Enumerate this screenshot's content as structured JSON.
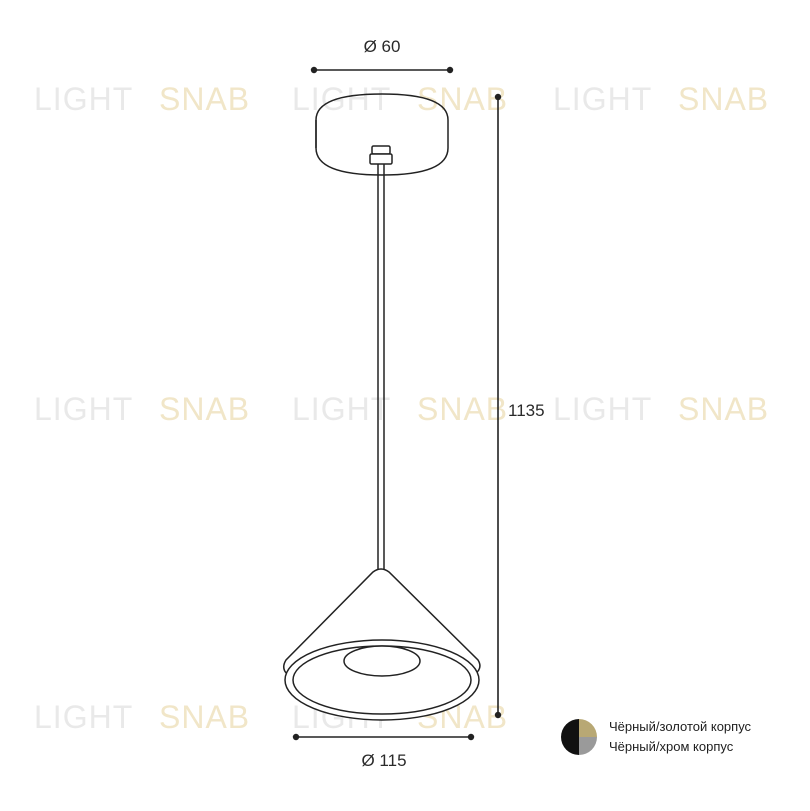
{
  "dimensions": {
    "canopy_diameter": "Ø 60",
    "total_height": "1135",
    "shade_diameter": "Ø 115"
  },
  "watermark": {
    "word1": "LIGHT",
    "word2": "SNAB"
  },
  "legend": {
    "items": [
      {
        "label": "Чёрный/золотой корпус"
      },
      {
        "label": "Чёрный/хром корпус"
      }
    ]
  },
  "colors": {
    "line": "#222222",
    "watermark_light": "#e9e9e9",
    "watermark_accent": "#f1e6c8",
    "black": "#111111",
    "gold": "#b8a874",
    "chrome": "#9a9a9a"
  }
}
